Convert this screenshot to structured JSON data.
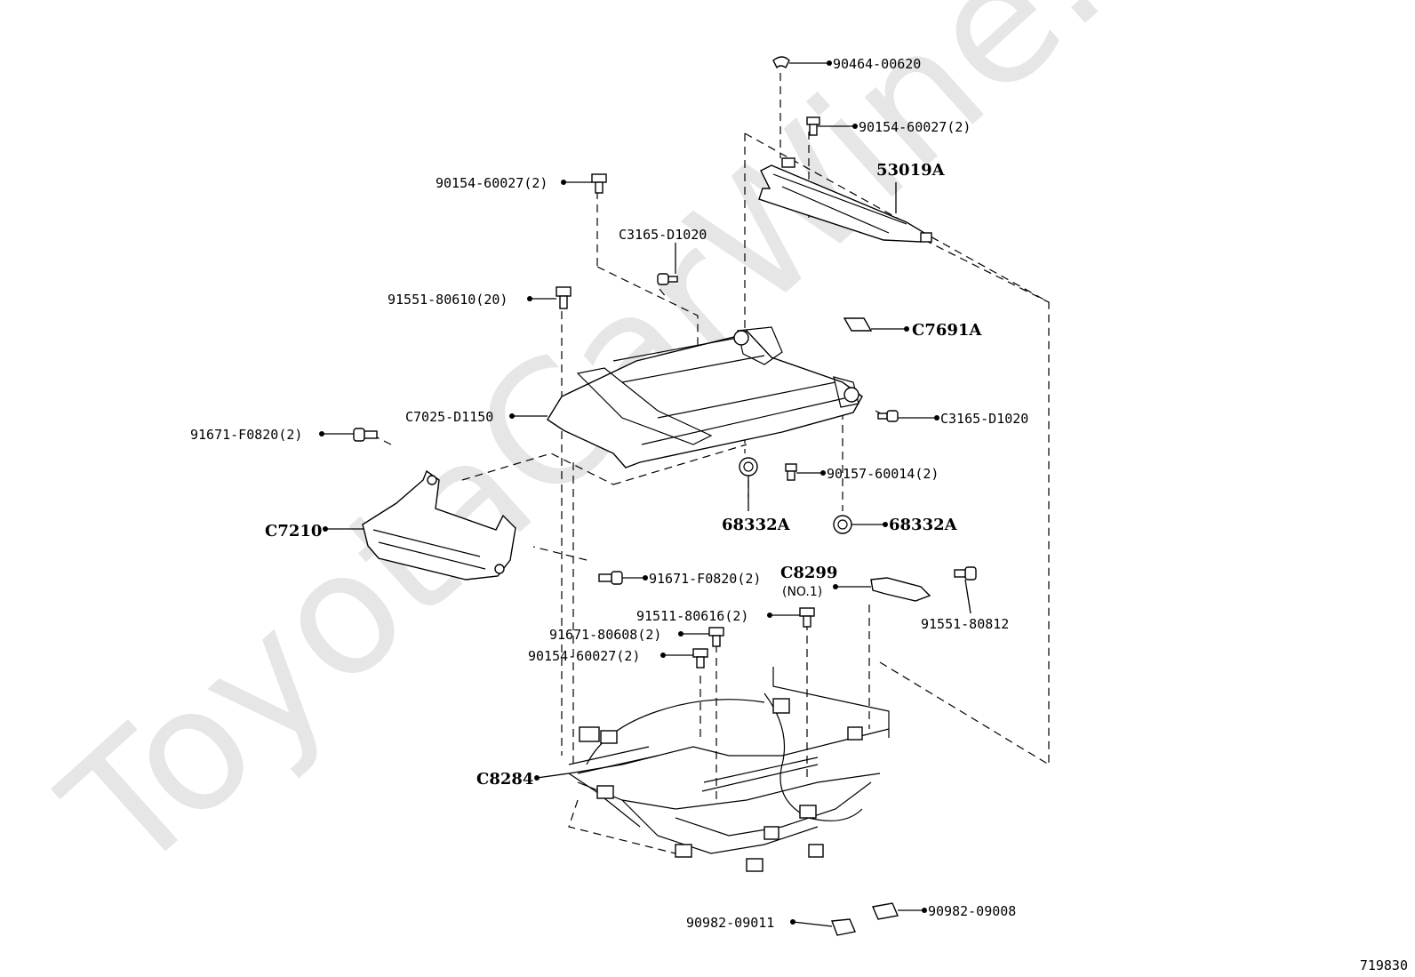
{
  "watermark": "ToyotaCarWine.ru",
  "figure_number": "719830",
  "callouts": {
    "c_90464_00620": "90464-00620",
    "c_90154_top": "90154-60027(2)",
    "c_53019A": "53019A",
    "c_90154_left": "90154-60027(2)",
    "c_C3165_upper": "C3165-D1020",
    "c_91551_80610": "91551-80610(20)",
    "c_C7691A": "C7691A",
    "c_C7025": "C7025-D1150",
    "c_C3165_right": "C3165-D1020",
    "c_91671_F0820_upper": "91671-F0820(2)",
    "c_90157": "90157-60014(2)",
    "c_68332A_left": "68332A",
    "c_68332A_right": "68332A",
    "c_C7210": "C7210",
    "c_91671_F0820_lower": "91671-F0820(2)",
    "c_C8299": "C8299",
    "c_C8299_sub": "(NO.1)",
    "c_91551_80812": "91551-80812",
    "c_91511": "91511-80616(2)",
    "c_91671_80608": "91671-80608(2)",
    "c_90154_lower": "90154-60027(2)",
    "c_C8284": "C8284",
    "c_90982_09011": "90982-09011",
    "c_90982_09008": "90982-09008"
  }
}
